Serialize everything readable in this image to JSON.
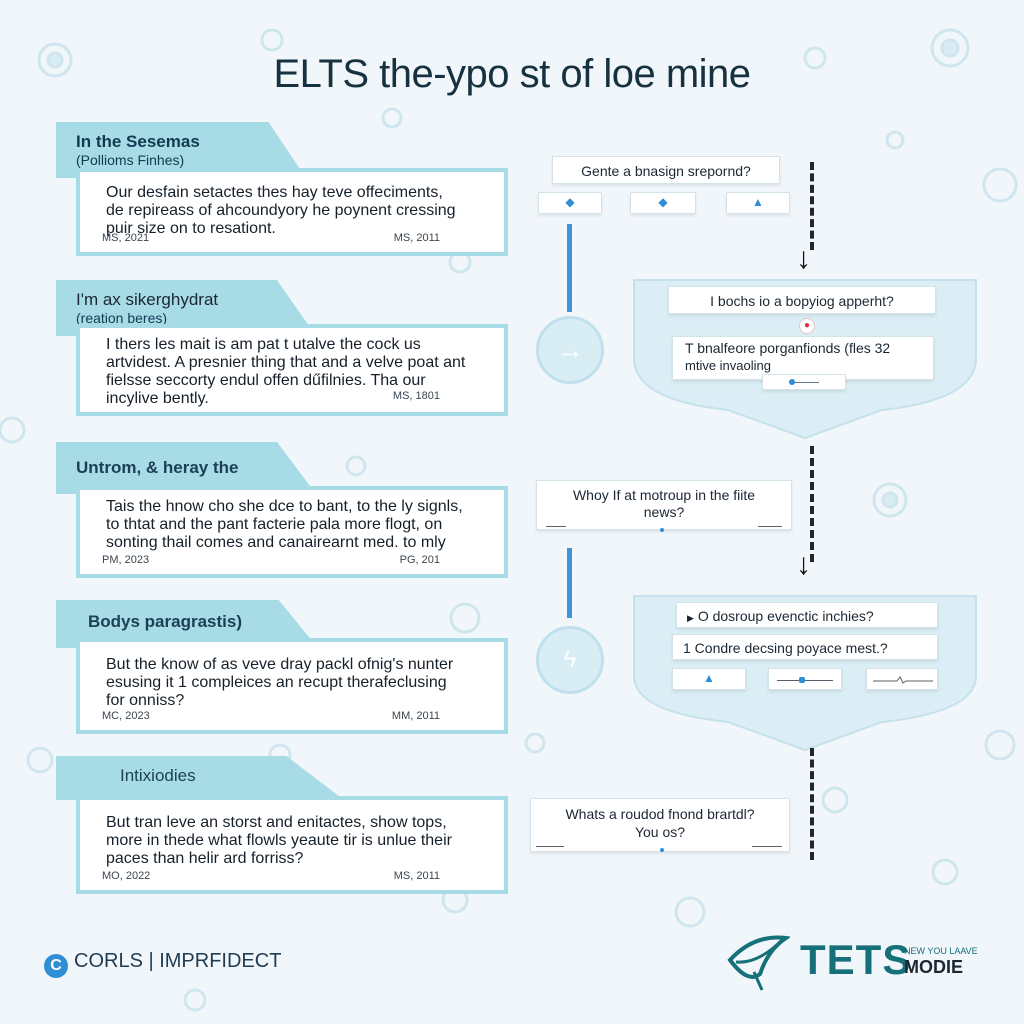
{
  "title": "ELTS the-ypo st of loe mine",
  "sections": [
    {
      "tab_title": "In the Sesemas",
      "tab_subtitle": "(Pollioms Finhes)",
      "lines": [
        "Our desfain setactes thes hay teve offeciments,",
        "de repireass of ahcoundyory he poynent cressing",
        "puir size on to resationt."
      ],
      "date_left": "MS, 2021",
      "date_right": "MS, 2011"
    },
    {
      "tab_title": "I'm ax sikerghydrat",
      "tab_subtitle": "(reation beres)",
      "lines": [
        "I thers les mait is am pat t utalve the cock us",
        "artvidest. A presnier thing that and a velve poat ant",
        "fielsse seccorty endul offen dűfilnies. Tha our",
        "incylive bently."
      ],
      "date_left": "",
      "date_right": "MS, 1801"
    },
    {
      "tab_title": "Untrom, & heray the",
      "tab_subtitle": "",
      "lines": [
        "Tais the hnow cho she dce to bant, to the ly signls,",
        "to thtat and the pant facterie pala more flogt, on",
        "sonting thail comes and canairearnt med. to mly"
      ],
      "date_left": "PM, 2023",
      "date_right": "PG, 201"
    },
    {
      "tab_title": "Bodys paragrastis)",
      "tab_subtitle": "",
      "lines": [
        "But the know of as veve dray packl ofnig's nunter",
        "esusing it 1 compleices an recupt therafeclusing",
        "for onniss?"
      ],
      "date_left": "MC, 2023",
      "date_right": "MM, 2011"
    },
    {
      "tab_title": "Intixiodies",
      "tab_subtitle": "",
      "lines": [
        "But tran leve an storst and enitactes, show tops,",
        "more in thede what flowls yeaute tir is unlue their",
        "paces than helir ard forriss?"
      ],
      "date_left": "MO, 2022",
      "date_right": "MS, 2011"
    }
  ],
  "flow": {
    "q1": "Gente a bnasign srepornd?",
    "funnel1_q": "I bochs io a bopyiog apperht?",
    "funnel1_body": [
      "T bnalfeore porganfionds (fles 32",
      "mtive invaoling"
    ],
    "q2": [
      "Whoy If at motroup in the fiite",
      "news?"
    ],
    "funnel2_q": "O dosroup evenctic inchies?",
    "funnel2_body": "1 Condre decsing poyace mest.?",
    "q3": [
      "Whats a roudod fnond brartdl?",
      "You os?"
    ]
  },
  "footer": {
    "left_logo_letter": "C",
    "left_text": "CORLS | IMPRFIDECT",
    "brand": "TETS",
    "brand_small": "NEW YOU LAAVE",
    "brand_sub": "MODIE"
  },
  "colors": {
    "accent": "#a7dbe6",
    "blue": "#3d94d6",
    "brand": "#16707a",
    "background": "#f1f6fa"
  }
}
